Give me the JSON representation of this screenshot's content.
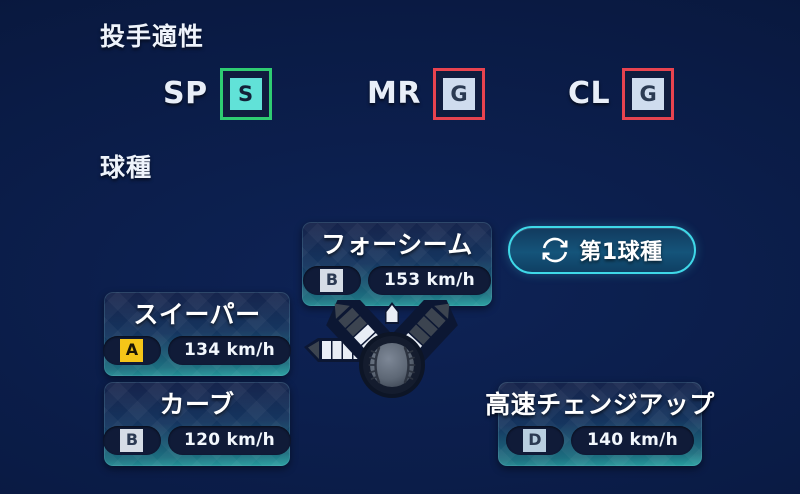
{
  "sections": {
    "aptitude_title": "投手適性",
    "pitchtype_title": "球種"
  },
  "aptitude": {
    "items": [
      {
        "label": "SP",
        "grade": "S",
        "rank_class": "rank-s",
        "chip_class": "chip-s",
        "border_color": "#2fcc72",
        "chip_color": "#61e2d8"
      },
      {
        "label": "MR",
        "grade": "G",
        "rank_class": "rank-g",
        "chip_class": "chip-g",
        "border_color": "#e8434f",
        "chip_color": "#cfdcee"
      },
      {
        "label": "CL",
        "grade": "G",
        "rank_class": "rank-g",
        "chip_class": "chip-g",
        "border_color": "#e8434f",
        "chip_color": "#cfdcee"
      }
    ]
  },
  "pitches": [
    {
      "name": "フォーシーム",
      "grade": "B",
      "speed": "153 km/h"
    },
    {
      "name": "スイーパー",
      "grade": "A",
      "speed": "134 km/h"
    },
    {
      "name": "カーブ",
      "grade": "B",
      "speed": "120 km/h"
    },
    {
      "name": "高速チェンジアップ",
      "grade": "D",
      "speed": "140 km/h"
    }
  ],
  "first_pitch_button": {
    "label": "第1球種",
    "icon": "sync-refresh-icon",
    "accent_color": "#3fd8e8"
  },
  "movement_diagram": {
    "icon": "baseball-icon",
    "arrows": [
      {
        "direction": "up",
        "lit_segments": 1
      },
      {
        "direction": "left",
        "lit_segments": 6
      },
      {
        "direction": "down-left",
        "lit_segments": 4
      },
      {
        "direction": "down-right",
        "lit_segments": 3
      }
    ]
  },
  "colors": {
    "background": "#0a1b45",
    "card_accent": "#27a0a0",
    "text": "#ffffff"
  }
}
